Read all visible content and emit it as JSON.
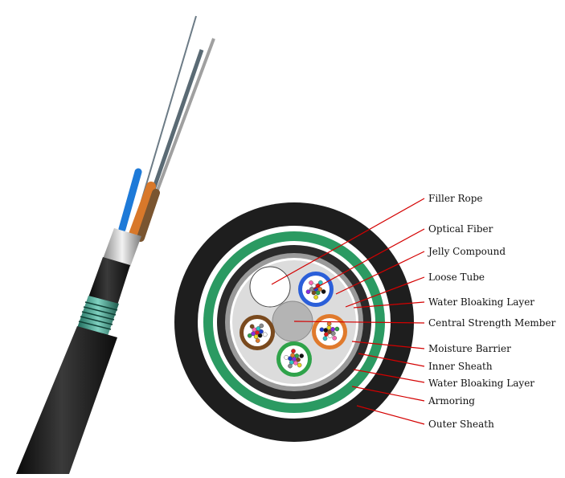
{
  "labels": [
    "Filler Rope",
    "Optical Fiber",
    "Jelly Compound",
    "Loose Tube",
    "Water Bloaking Layer",
    "Central Strength Member",
    "Moisture Barrier",
    "Inner Sheath",
    "Water Bloaking Layer",
    "Armoring",
    "Outer Sheath"
  ],
  "colors": {
    "leader": "#d40000",
    "outer_sheath": "#1e1e1e",
    "armoring": "#2b9a62",
    "inner_sheath": "#2a2a2a",
    "moisture_barrier": "#9a9a9a",
    "jelly": "#dcdcdc",
    "tube_blue": "#2b5fd9",
    "tube_orange": "#e07a2c",
    "tube_brown": "#7a4a1e",
    "tube_green": "#2fa34a",
    "central_member": "#b4b4b4"
  },
  "fiber_colors": [
    "#1f3fcf",
    "#e07a2c",
    "#2fa34a",
    "#7a4a1e",
    "#8a8a8a",
    "#ffffff",
    "#e01e1e",
    "#111111",
    "#e8d81e",
    "#8a2be2",
    "#ff69b4",
    "#2ec4c4"
  ]
}
